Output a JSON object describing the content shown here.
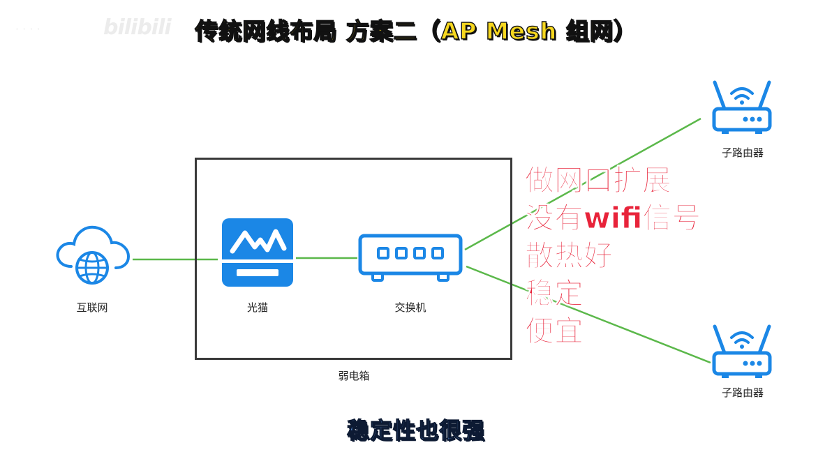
{
  "title": "传统网线布局 方案二（AP Mesh 组网）",
  "watermark": "bilibili",
  "nodes": {
    "internet": "互联网",
    "modem": "光猫",
    "switch": "交换机",
    "box": "弱电箱",
    "sub_router_top": "子路由器",
    "sub_router_bottom": "子路由器"
  },
  "notes": [
    "做网口扩展",
    "没有wifi信号",
    "散热好",
    "稳定",
    "便宜"
  ],
  "subtitle": "稳定性也很强",
  "colors": {
    "line": "#5bb84a",
    "icon_blue": "#1b87e6",
    "note_red": "#e8233a",
    "title_yellow": "#f6d71e"
  },
  "icons": [
    "cloud-globe-icon",
    "modem-icon",
    "switch-icon",
    "router-icon"
  ]
}
